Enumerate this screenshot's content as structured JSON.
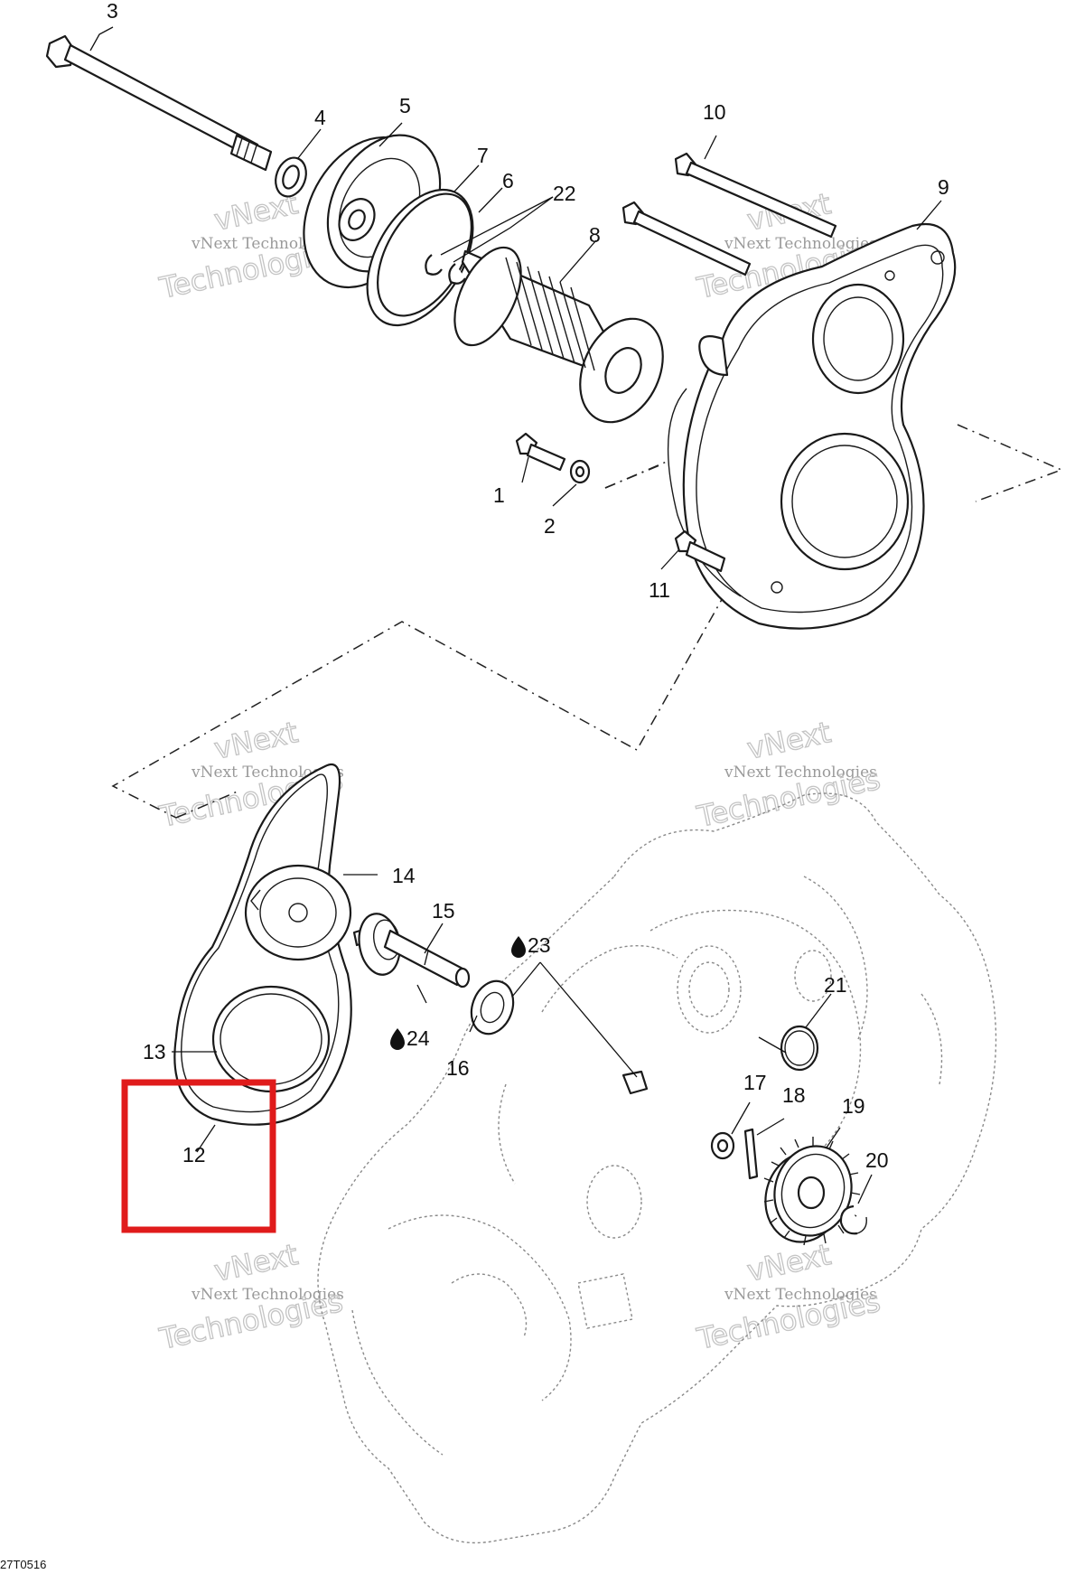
{
  "figure_code": "27T0516",
  "watermark": {
    "line1": "vNext",
    "line2": "Technologies",
    "full": "vNext Technologies"
  },
  "callouts": [
    {
      "id": "c1",
      "label": "1"
    },
    {
      "id": "c2",
      "label": "2"
    },
    {
      "id": "c3",
      "label": "3"
    },
    {
      "id": "c4",
      "label": "4"
    },
    {
      "id": "c5",
      "label": "5"
    },
    {
      "id": "c6",
      "label": "6"
    },
    {
      "id": "c7",
      "label": "7"
    },
    {
      "id": "c8",
      "label": "8"
    },
    {
      "id": "c9",
      "label": "9"
    },
    {
      "id": "c10",
      "label": "10"
    },
    {
      "id": "c11",
      "label": "11"
    },
    {
      "id": "c12",
      "label": "12"
    },
    {
      "id": "c13",
      "label": "13"
    },
    {
      "id": "c14",
      "label": "14"
    },
    {
      "id": "c15",
      "label": "15"
    },
    {
      "id": "c16",
      "label": "16"
    },
    {
      "id": "c17",
      "label": "17"
    },
    {
      "id": "c18",
      "label": "18"
    },
    {
      "id": "c19",
      "label": "19"
    },
    {
      "id": "c20",
      "label": "20"
    },
    {
      "id": "c21",
      "label": "21"
    },
    {
      "id": "c22",
      "label": "22"
    },
    {
      "id": "c23",
      "label": "23"
    },
    {
      "id": "c24",
      "label": "24"
    }
  ],
  "highlight": {
    "label": "12",
    "color": "#e01b1b"
  },
  "colors": {
    "lines": "#1a1a1a",
    "ghost": "#8a8a8a",
    "watermark": "#9a9a9a"
  },
  "icons": {
    "lubricant": "oil-drop-icon"
  }
}
